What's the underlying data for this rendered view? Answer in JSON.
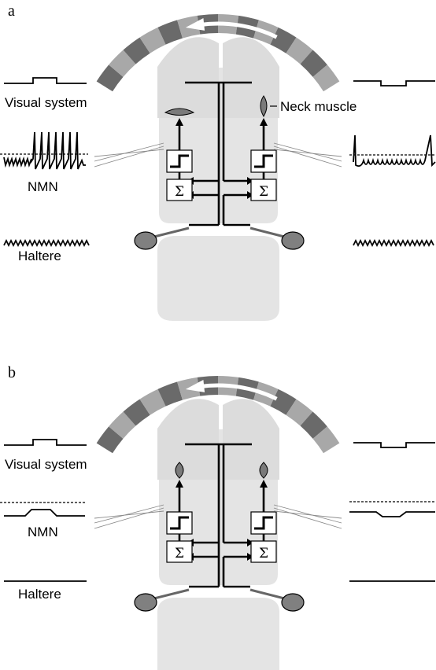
{
  "figure": {
    "panels": [
      {
        "id": "a",
        "label": "a",
        "labels": {
          "visual_system": "Visual system",
          "neck_muscle": "Neck muscle",
          "nmn": "NMN",
          "haltere": "Haltere"
        },
        "sigma_symbol": "Σ",
        "state": "spiking"
      },
      {
        "id": "b",
        "label": "b",
        "labels": {
          "visual_system": "Visual system",
          "nmn": "NMN",
          "haltere": "Haltere"
        },
        "sigma_symbol": "Σ",
        "state": "subthreshold"
      }
    ],
    "colors": {
      "body": "#e4e4e4",
      "stripe_dark": "#6a6a6a",
      "stripe_light": "#a8a8a8",
      "muscle": "#7a7a7a",
      "haltere": "#808080"
    },
    "icons": [
      "rotating-stripe-drum-icon",
      "rotation-arrow-icon",
      "step-threshold-icon",
      "neck-muscle-icon",
      "haltere-icon"
    ]
  }
}
